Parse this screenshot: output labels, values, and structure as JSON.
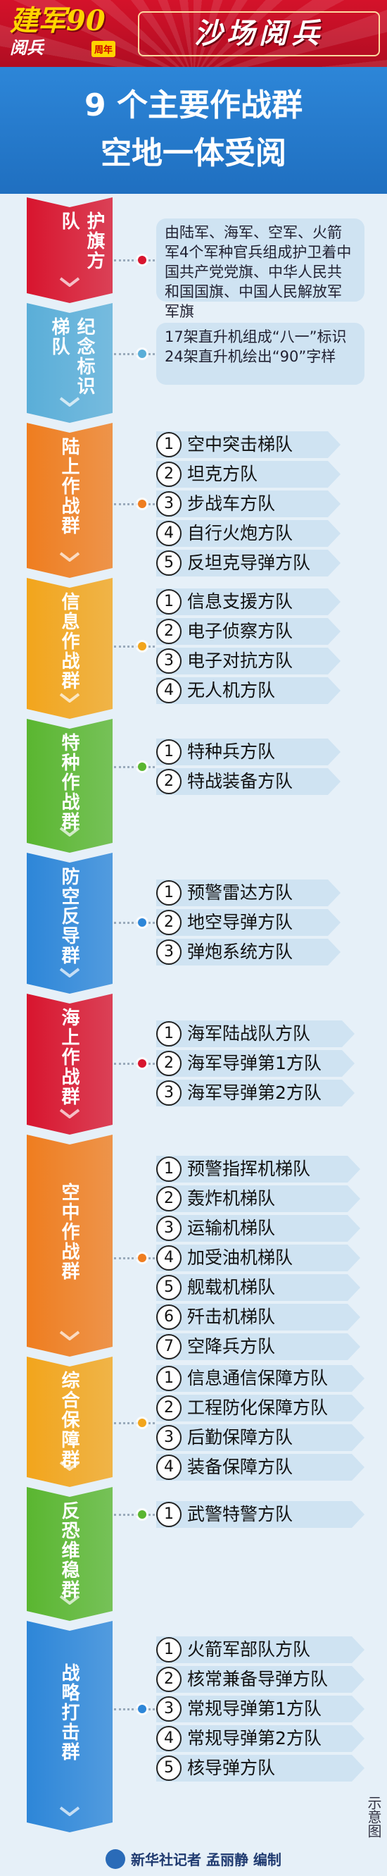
{
  "header": {
    "logo_main": "建军90",
    "logo_sub": "阅兵",
    "logo_tag": "周年",
    "title": "沙场阅兵"
  },
  "banner": {
    "line1": "9 个主要作战群",
    "line2": "空地一体受阅"
  },
  "groups": [
    {
      "label": "护旗方队",
      "color": "#d8152e",
      "desc": "由陆军、海军、空军、火箭军4个军种官兵组成护卫着中国共产党党旗、中华人民共和国国旗、中国人民解放军军旗"
    },
    {
      "label": "纪念标识梯队",
      "color": "#5aaed8",
      "desc": "17架直升机组成“八一”标识\n24架直升机绘出“90”字样"
    },
    {
      "label": "陆上作战群",
      "color": "#ef7d1f",
      "items": [
        "空中突击梯队",
        "坦克方队",
        "步战车方队",
        "自行火炮方队",
        "反坦克导弹方队"
      ]
    },
    {
      "label": "信息作战群",
      "color": "#f2a51c",
      "items": [
        "信息支援方队",
        "电子侦察方队",
        "电子对抗方队",
        "无人机方队"
      ]
    },
    {
      "label": "特种作战群",
      "color": "#5ab630",
      "items": [
        "特种兵方队",
        "特战装备方队"
      ]
    },
    {
      "label": "防空反导群",
      "color": "#2d86d8",
      "items": [
        "预警雷达方队",
        "地空导弹方队",
        "弹炮系统方队"
      ]
    },
    {
      "label": "海上作战群",
      "color": "#d8152e",
      "items": [
        "海军陆战队方队",
        "海军导弹第1方队",
        "海军导弹第2方队"
      ]
    },
    {
      "label": "空中作战群",
      "color": "#ef7d1f",
      "items": [
        "预警指挥机梯队",
        "轰炸机梯队",
        "运输机梯队",
        "加受油机梯队",
        "舰载机梯队",
        "歼击机梯队",
        "空降兵方队"
      ]
    },
    {
      "label": "综合保障群",
      "color": "#f2a51c",
      "items": [
        "信息通信保障方队",
        "工程防化保障方队",
        "后勤保障方队",
        "装备保障方队"
      ]
    },
    {
      "label": "反恐维稳群",
      "color": "#5ab630",
      "items": [
        "武警特警方队"
      ]
    },
    {
      "label": "战略打击群",
      "color": "#2d86d8",
      "items": [
        "火箭军部队方队",
        "核常兼备导弹方队",
        "常规导弹第1方队",
        "常规导弹第2方队",
        "核导弹方队"
      ]
    }
  ],
  "numbers": [
    "1",
    "2",
    "3",
    "4",
    "5",
    "6",
    "7"
  ],
  "footer": {
    "credit": "新华社记者 孟丽静 编制",
    "note": "示意图"
  }
}
